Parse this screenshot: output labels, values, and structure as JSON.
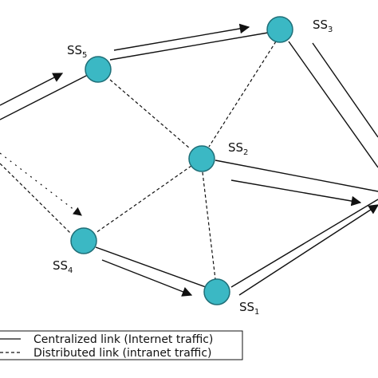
{
  "diagram": {
    "nodes": [
      {
        "id": "ss5",
        "base": "SS",
        "sub": "5"
      },
      {
        "id": "ss3",
        "base": "SS",
        "sub": "3"
      },
      {
        "id": "ss2",
        "base": "SS",
        "sub": "2"
      },
      {
        "id": "ss4",
        "base": "SS",
        "sub": "4"
      },
      {
        "id": "ss1",
        "base": "SS",
        "sub": "1"
      }
    ],
    "edges": [
      {
        "from": "ss5",
        "to": "ss3",
        "style": "solid"
      },
      {
        "from": "ss4",
        "to": "ss1",
        "style": "solid"
      },
      {
        "from": "ss3",
        "to": "gateway",
        "style": "solid"
      },
      {
        "from": "ss2",
        "to": "gateway",
        "style": "solid"
      },
      {
        "from": "ss1",
        "to": "gateway",
        "style": "solid"
      },
      {
        "from": "source",
        "to": "ss5",
        "style": "solid"
      },
      {
        "from": "ss5",
        "to": "ss2",
        "style": "dashed"
      },
      {
        "from": "ss3",
        "to": "ss2",
        "style": "dashed"
      },
      {
        "from": "ss2",
        "to": "ss4",
        "style": "dashed"
      },
      {
        "from": "ss2",
        "to": "ss1",
        "style": "dashed"
      },
      {
        "from": "source",
        "to": "ss4",
        "style": "dashed"
      }
    ],
    "colors": {
      "node_fill": "#3bb8c4",
      "node_stroke": "#1f6f78",
      "line": "#111111"
    }
  },
  "legend": {
    "centralized": "Centralized link (Internet traffic)",
    "distributed": "Distributed link (intranet traffic)"
  }
}
